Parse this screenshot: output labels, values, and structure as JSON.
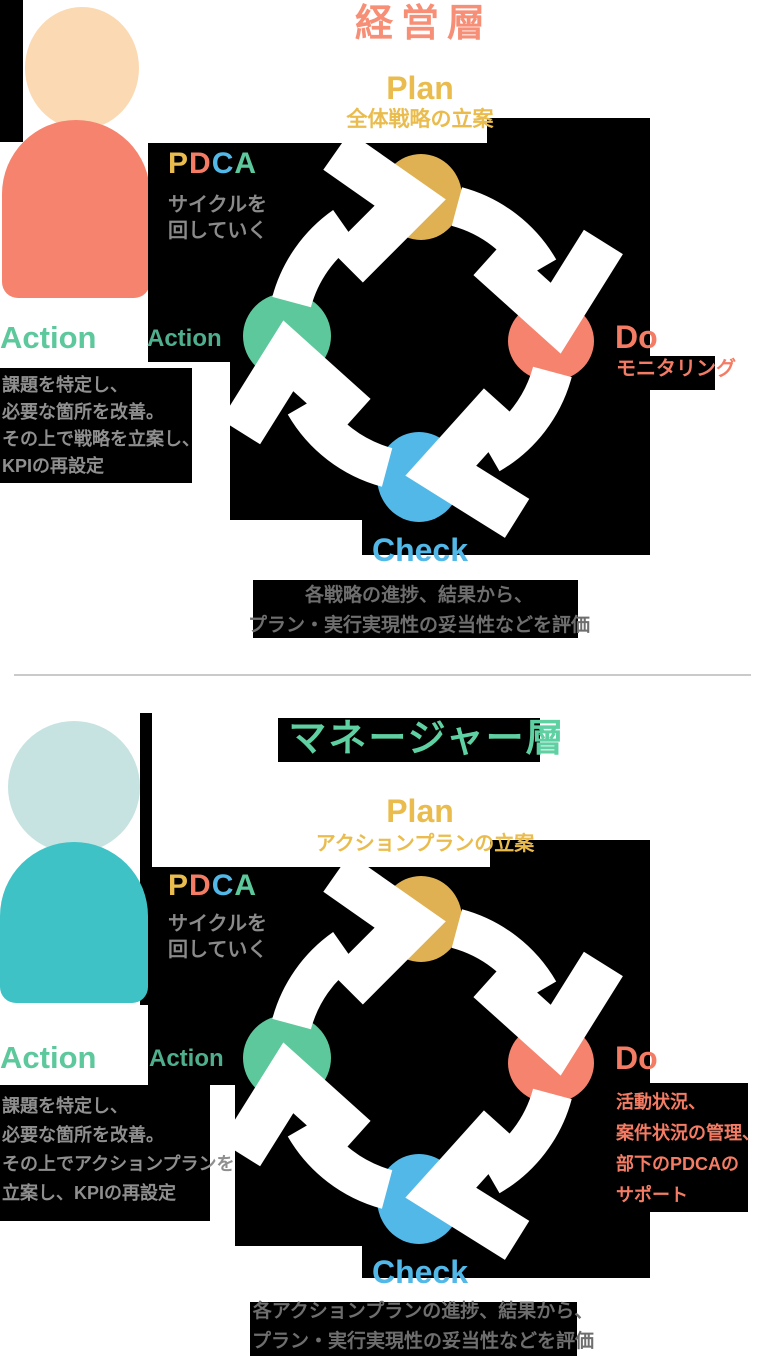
{
  "colors": {
    "salmon": "#f57c64",
    "salmon_title": "#f78e76",
    "yellow_text": "#e9bc4d",
    "yellow_blob": "#dfb152",
    "green": "#5cc89b",
    "green_dark": "#4fae8c",
    "green_title": "#5ed0a2",
    "blue": "#52b8e8",
    "gray_sub": "#8a8a8a",
    "gray_desc": "#8f8f8f",
    "gray_eval": "#6e6e6e",
    "peach_head": "#fbd9b3",
    "salmon_body": "#f5836e",
    "teal_head": "#c6e3e1",
    "teal_body": "#3fc2c5",
    "divider": "#cacaca",
    "artifact_black": "#000000"
  },
  "sections": [
    {
      "title": "経営層",
      "pdca": {
        "letters": [
          "P",
          "D",
          "C",
          "A"
        ],
        "sub_line1": "サイクルを",
        "sub_line2": "回していく"
      },
      "plan": {
        "label": "Plan",
        "desc": "全体戦略の立案"
      },
      "do": {
        "label": "Do",
        "desc_lines": [
          "モニタリング"
        ]
      },
      "check": {
        "label": "Check",
        "eval_line1": "各戦略の進捗、結果から、",
        "eval_line2": "プラン・実行実現性の妥当性などを評価"
      },
      "action": {
        "label_large": "Action",
        "label_small": "Action",
        "desc_lines": [
          "課題を特定し、",
          "必要な箇所を改善。",
          "その上で戦略を立案し、",
          "KPIの再設定"
        ]
      }
    },
    {
      "title": "マネージャー層",
      "pdca": {
        "letters": [
          "P",
          "D",
          "C",
          "A"
        ],
        "sub_line1": "サイクルを",
        "sub_line2": "回していく"
      },
      "plan": {
        "label": "Plan",
        "desc": "アクションプランの立案"
      },
      "do": {
        "label": "Do",
        "desc_lines": [
          "活動状況、",
          "案件状況の管理、",
          "部下のPDCAの",
          "サポート"
        ]
      },
      "check": {
        "label": "Check",
        "eval_line1": "各アクションプランの進捗、結果から、",
        "eval_line2": "プラン・実行実現性の妥当性などを評価"
      },
      "action": {
        "label_large": "Action",
        "label_small": "Action",
        "desc_lines": [
          "課題を特定し、",
          "必要な箇所を改善。",
          "その上でアクションプランを",
          "立案し、KPIの再設定"
        ]
      }
    }
  ]
}
